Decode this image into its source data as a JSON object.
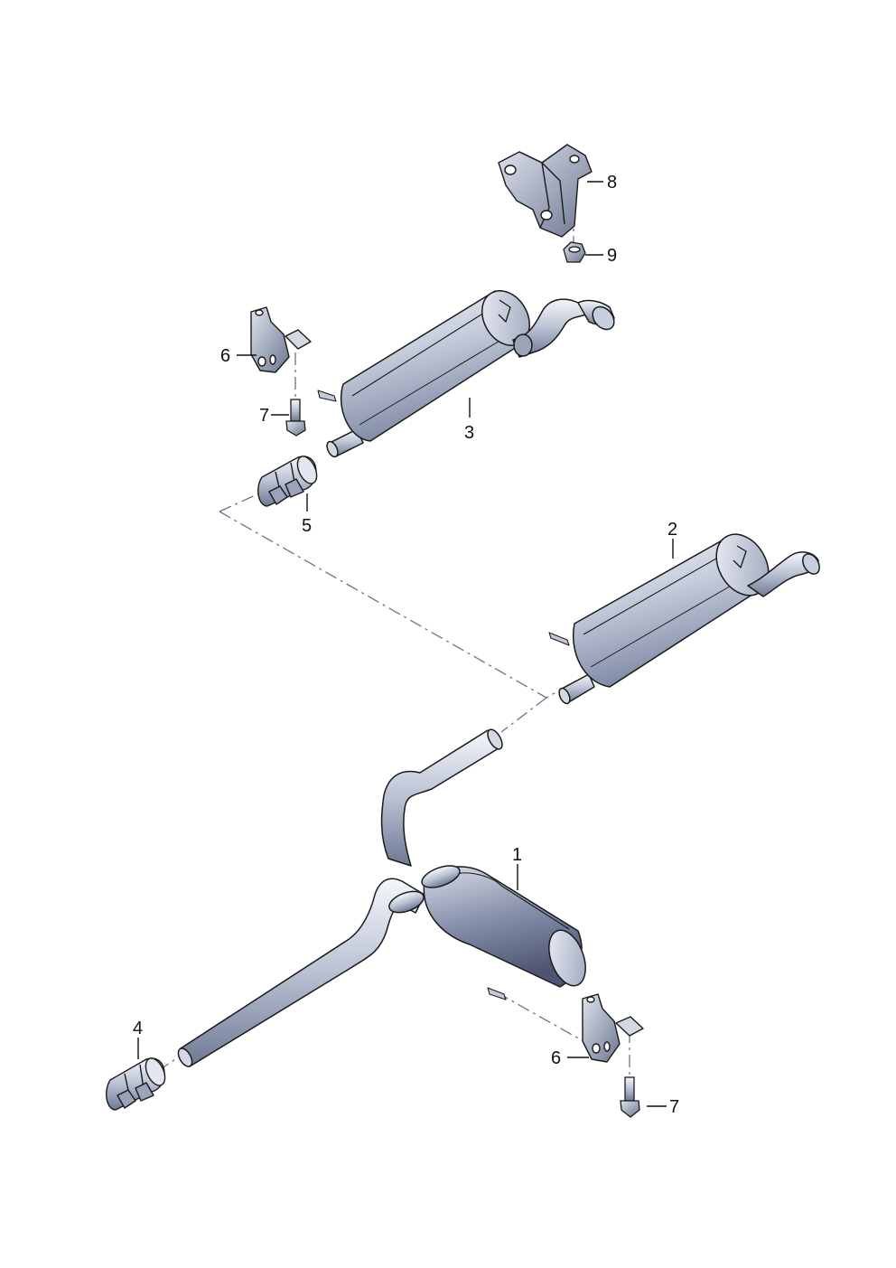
{
  "callouts": [
    {
      "id": "c1",
      "label": "1"
    },
    {
      "id": "c2",
      "label": "2"
    },
    {
      "id": "c3",
      "label": "3"
    },
    {
      "id": "c4",
      "label": "4"
    },
    {
      "id": "c5",
      "label": "5"
    },
    {
      "id": "c6a",
      "label": "6"
    },
    {
      "id": "c6b",
      "label": "6"
    },
    {
      "id": "c7a",
      "label": "7"
    },
    {
      "id": "c7b",
      "label": "7"
    },
    {
      "id": "c8",
      "label": "8"
    },
    {
      "id": "c9",
      "label": "9"
    }
  ],
  "colors": {
    "metal_light": "#e4e9f2",
    "metal_mid": "#a6b0c6",
    "metal_dark": "#5c6582",
    "outline": "#1a1a1a",
    "dash": "#6a7490"
  }
}
